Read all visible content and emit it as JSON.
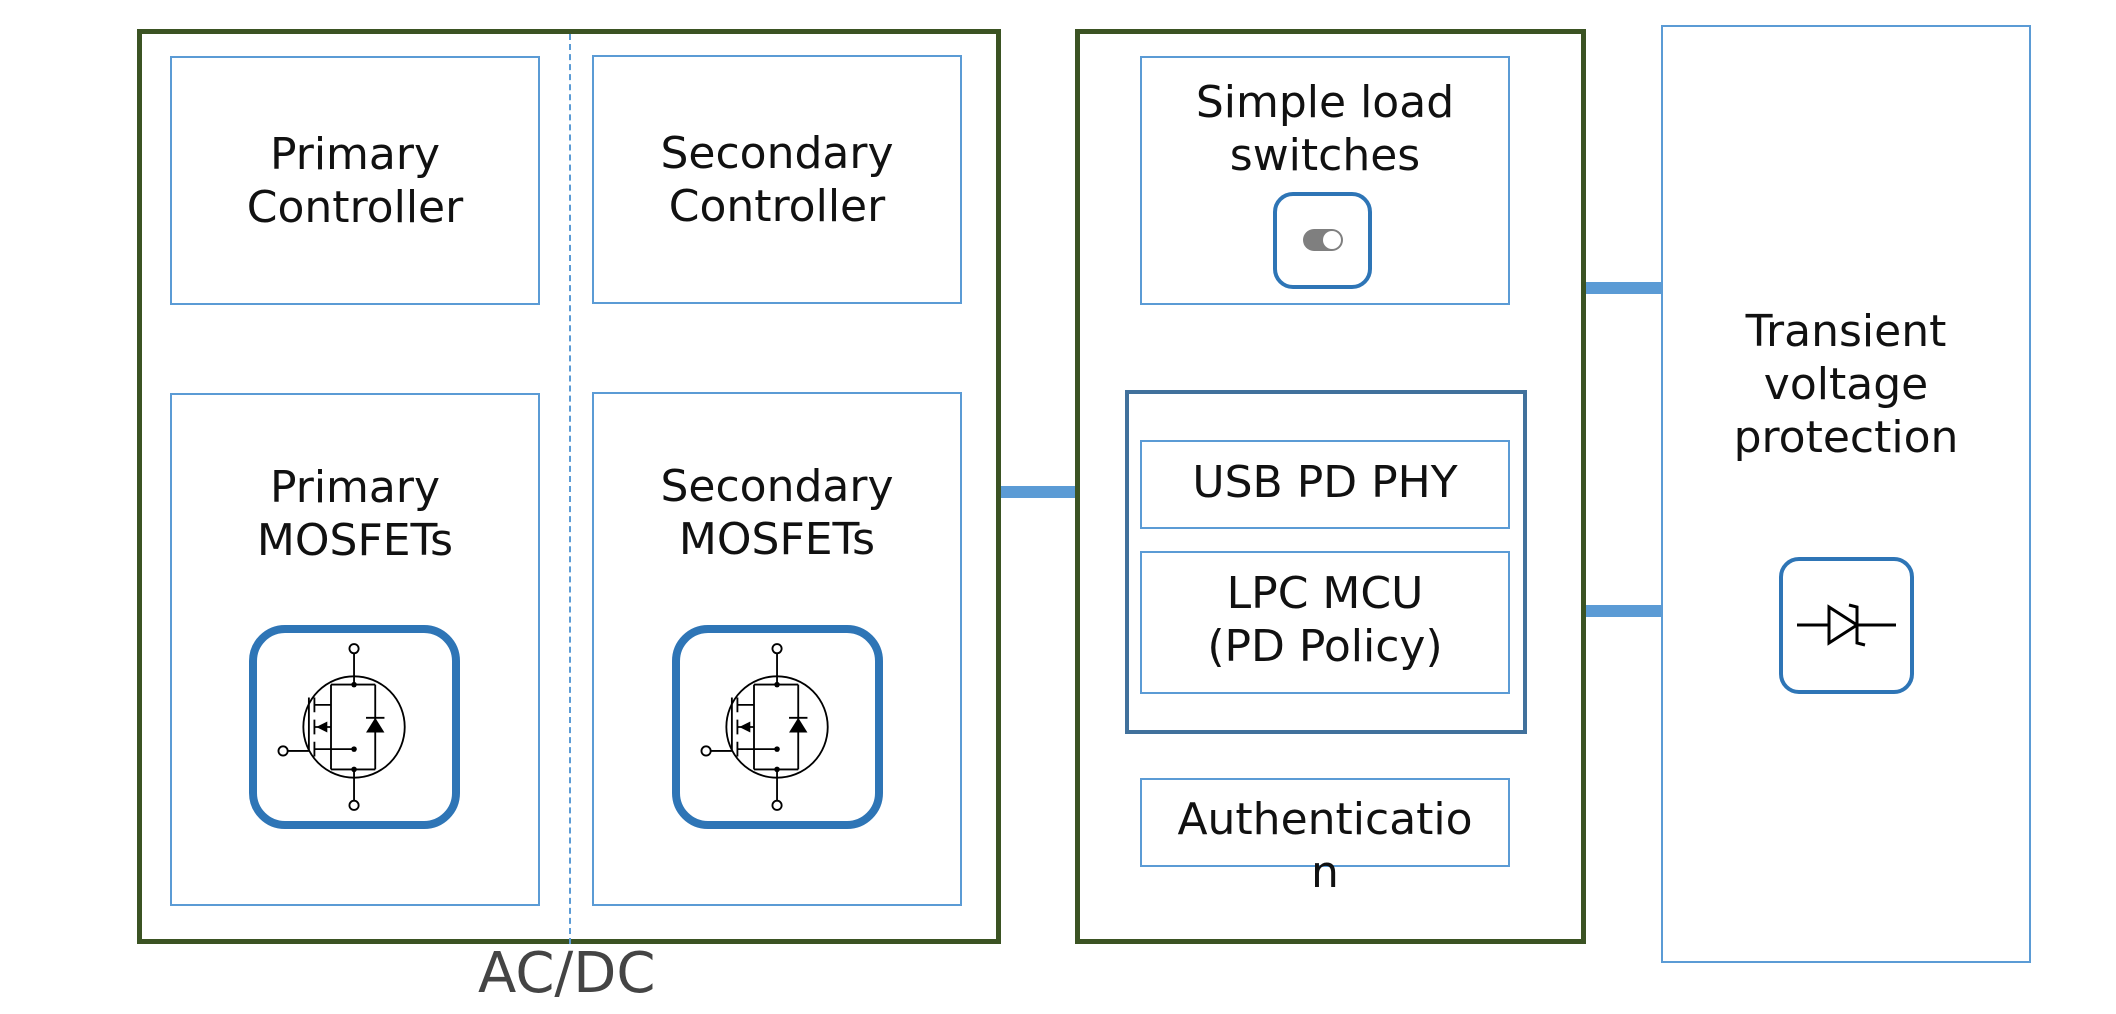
{
  "ac_dc": {
    "caption": "AC/DC",
    "primary_controller": "Primary\nController",
    "secondary_controller": "Secondary\nController",
    "primary_mosfets": "Primary\nMOSFETs",
    "secondary_mosfets": "Secondary\nMOSFETs",
    "mosfet_icon": "mosfet-icon"
  },
  "usb_pd": {
    "load_switches": "Simple load\nswitches",
    "toggle_icon": "toggle-switch-icon",
    "phy": "USB PD PHY",
    "mcu": "LPC MCU\n(PD Policy)",
    "authentication": "Authenticatio\nn"
  },
  "tvs": {
    "label": "Transient\nvoltage\nprotection",
    "icon": "tvs-diode-icon"
  },
  "colors": {
    "outer_border": "#3b5323",
    "box_border": "#5b9bd5",
    "icon_border": "#2e75b6",
    "connector": "#5b9bd5"
  }
}
